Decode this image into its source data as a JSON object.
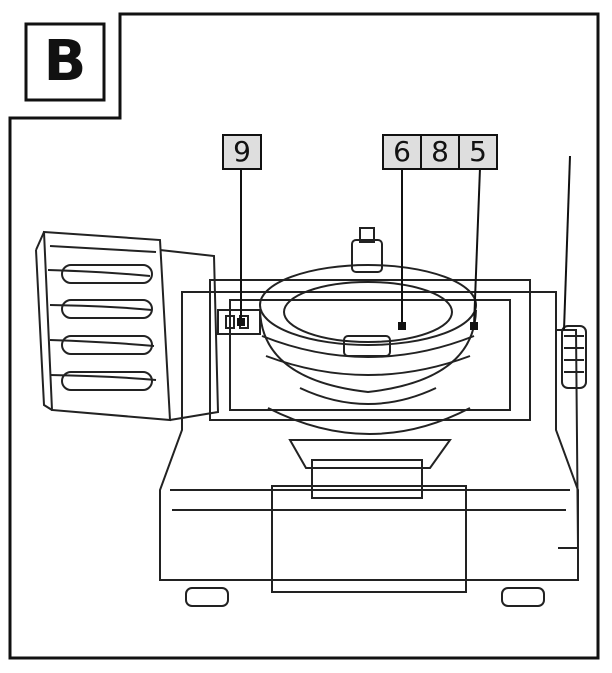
{
  "figure": {
    "panel_letter": "B",
    "callouts": [
      {
        "id": "9",
        "label": "9"
      },
      {
        "id": "6",
        "label": "6"
      },
      {
        "id": "8",
        "label": "8"
      },
      {
        "id": "5",
        "label": "5"
      }
    ]
  }
}
